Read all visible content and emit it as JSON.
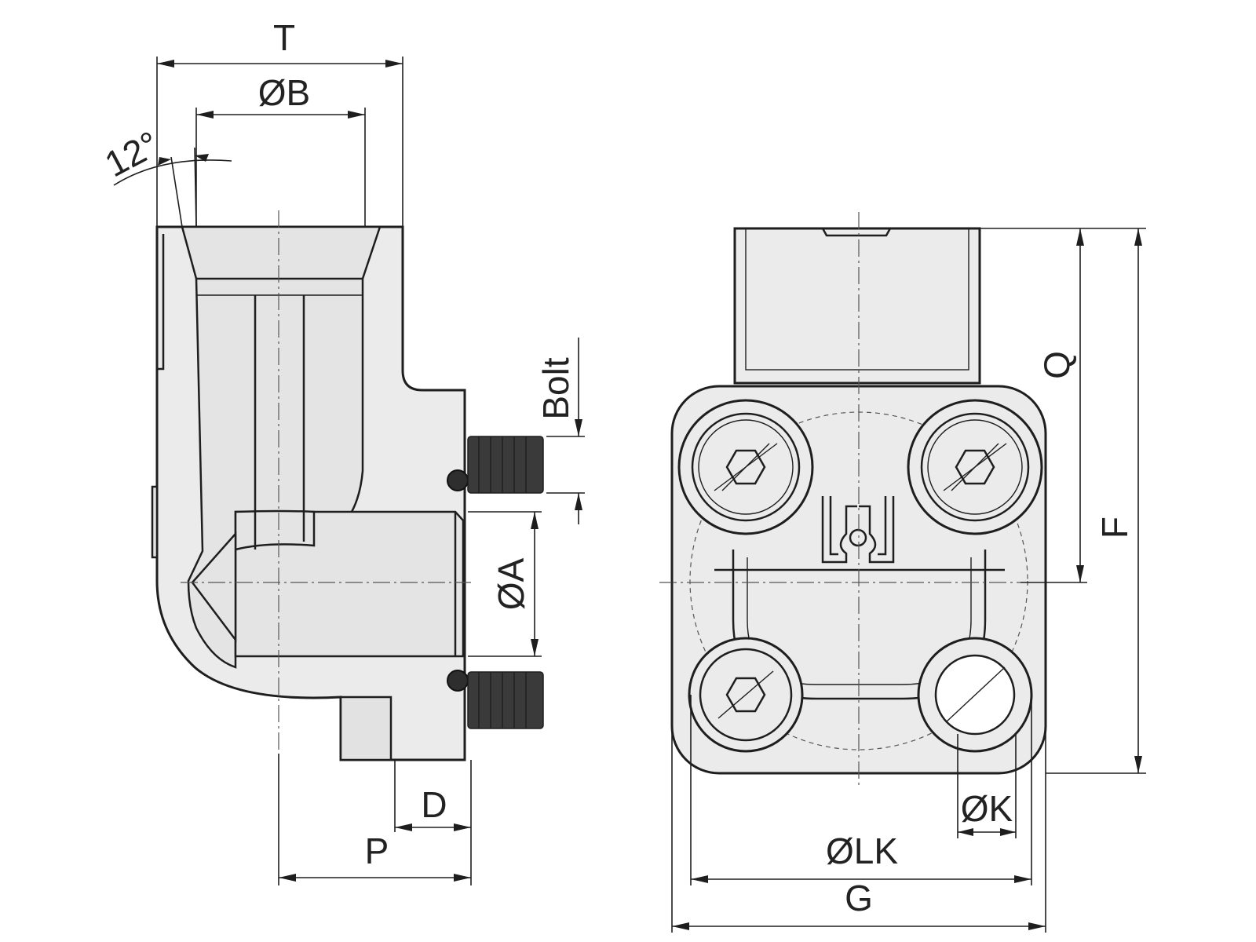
{
  "labels": {
    "T": "T",
    "B": "ØB",
    "angle": "12°",
    "bolt": "Bolt",
    "A": "ØA",
    "D": "D",
    "P": "P",
    "Q": "Q",
    "F": "F",
    "K": "ØK",
    "LK": "ØLK",
    "G": "G"
  }
}
